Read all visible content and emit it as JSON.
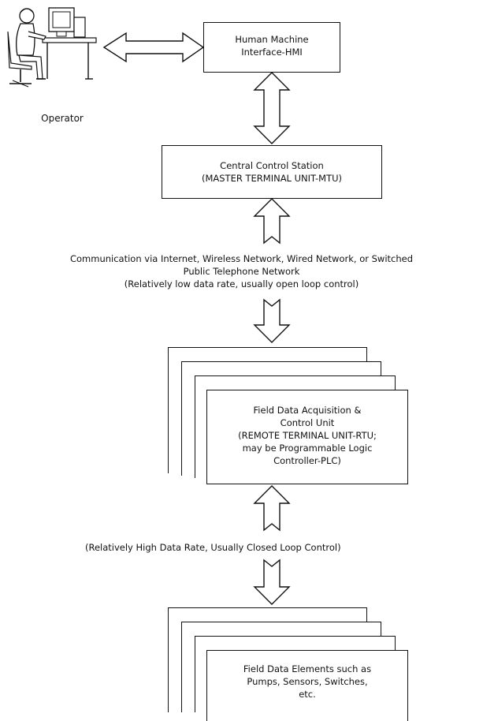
{
  "operator": {
    "label": "Operator",
    "icon": "operator-workstation-icon"
  },
  "hmi": {
    "label": "Human Machine\nInterface-HMI"
  },
  "mtu": {
    "label": "Central Control Station\n(MASTER TERMINAL UNIT-MTU)"
  },
  "comm": {
    "label": "Communication via Internet, Wireless Network, Wired Network, or Switched\nPublic Telephone Network\n(Relatively low data rate, usually open loop control)"
  },
  "rtu": {
    "label": "Field Data Acquisition &\nControl Unit\n(REMOTE TERMINAL UNIT-RTU;\nmay be Programmable Logic\nController-PLC)"
  },
  "fieldlink": {
    "label": "(Relatively High Data Rate, Usually Closed Loop Control)"
  },
  "elements": {
    "label": "Field Data Elements such as\nPumps, Sensors, Switches,\netc."
  }
}
